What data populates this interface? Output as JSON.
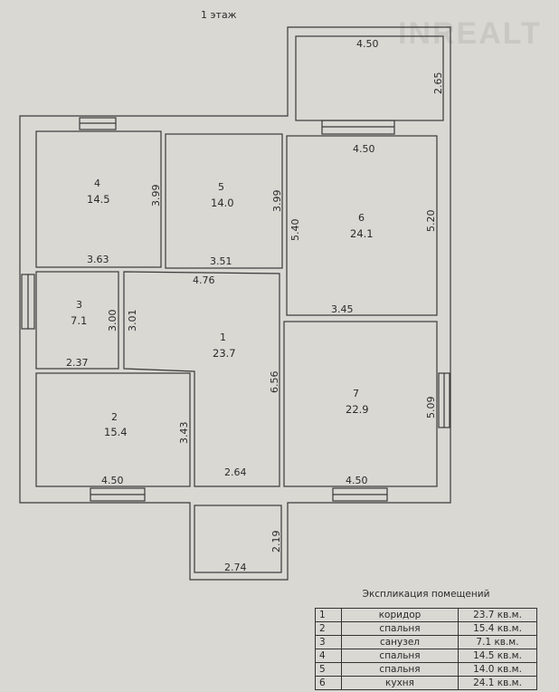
{
  "floor_title": "1 этаж",
  "watermark": "INREALT",
  "rooms": [
    {
      "number": "1",
      "area": "23.7"
    },
    {
      "number": "2",
      "area": "15.4"
    },
    {
      "number": "3",
      "area": "7.1"
    },
    {
      "number": "4",
      "area": "14.5"
    },
    {
      "number": "5",
      "area": "14.0"
    },
    {
      "number": "6",
      "area": "24.1"
    },
    {
      "number": "7",
      "area": "22.9"
    }
  ],
  "dimensions": {
    "terrace_width": "4.50",
    "terrace_depth": "2.65",
    "room6_top": "4.50",
    "room6_left": "5.40",
    "room6_right": "5.20",
    "room6_bottom": "3.45",
    "room4_right": "3.99",
    "room4_bottom": "3.63",
    "room5_right": "3.99",
    "room5_bottom": "3.51",
    "corridor_top": "4.76",
    "room3_right": "3.00",
    "corridor_left": "3.01",
    "room3_bottom": "2.37",
    "corridor_right": "6.56",
    "room2_right": "3.43",
    "room2_bottom": "4.50",
    "corridor_bottom": "2.64",
    "room7_right": "5.09",
    "room7_bottom": "4.50",
    "porch_right": "2.19",
    "porch_bottom": "2.74"
  },
  "explication": {
    "title": "Экспликация помещений",
    "rows": [
      {
        "n": "1",
        "name": "коридор",
        "area": "23.7 кв.м."
      },
      {
        "n": "2",
        "name": "спальня",
        "area": "15.4 кв.м."
      },
      {
        "n": "3",
        "name": "санузел",
        "area": "7.1 кв.м."
      },
      {
        "n": "4",
        "name": "спальня",
        "area": "14.5 кв.м."
      },
      {
        "n": "5",
        "name": "спальня",
        "area": "14.0 кв.м."
      },
      {
        "n": "6",
        "name": "кухня",
        "area": "24.1 кв.м."
      }
    ]
  }
}
